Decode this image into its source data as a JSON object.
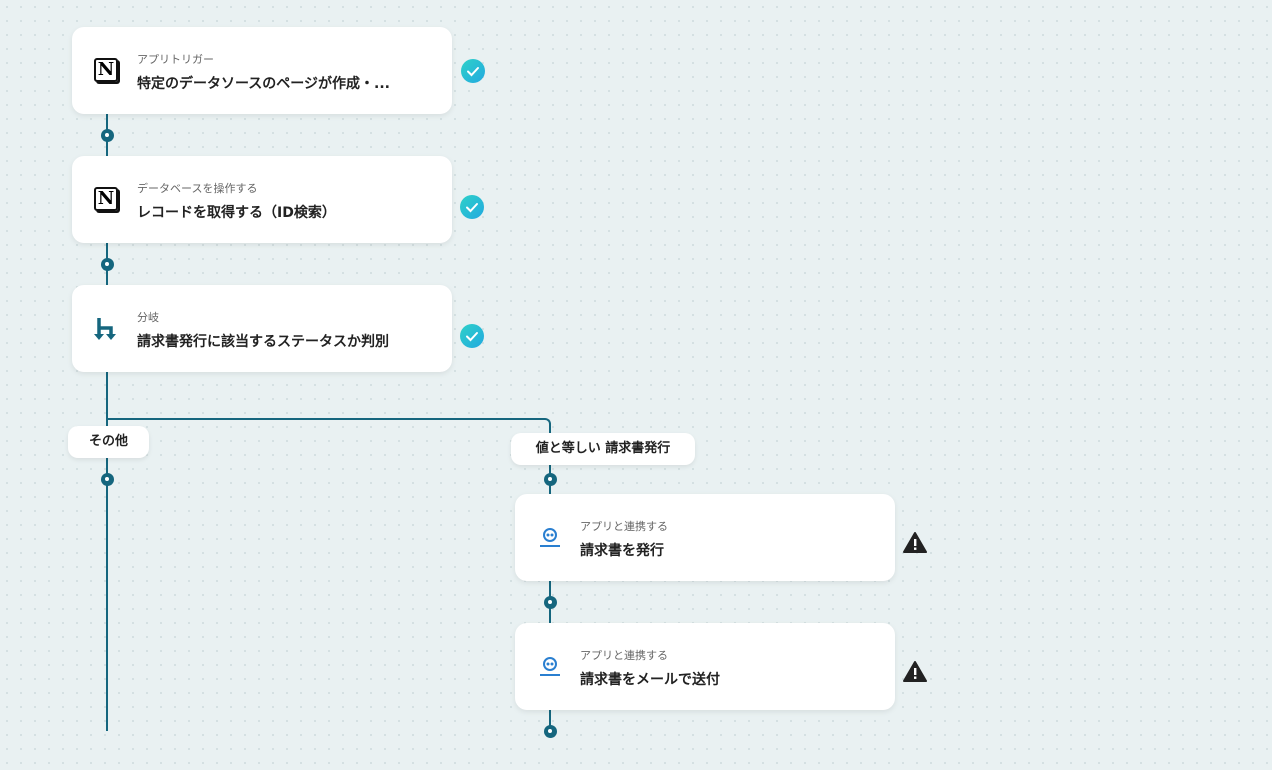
{
  "steps": [
    {
      "sub": "アプリトリガー",
      "title": "特定のデータソースのページが作成・...",
      "icon": "notion-icon",
      "status": "success"
    },
    {
      "sub": "データベースを操作する",
      "title": "レコードを取得する（ID検索）",
      "icon": "notion-icon",
      "status": "success"
    },
    {
      "sub": "分岐",
      "title": "請求書発行に該当するステータスか判別",
      "icon": "branch-icon",
      "status": "success"
    },
    {
      "sub": "アプリと連携する",
      "title": "請求書を発行",
      "icon": "invoice-app-icon",
      "status": "warning"
    },
    {
      "sub": "アプリと連携する",
      "title": "請求書をメールで送付",
      "icon": "invoice-app-icon",
      "status": "warning"
    }
  ],
  "branches": {
    "other": "その他",
    "match": "値と等しい 請求書発行"
  },
  "colors": {
    "line": "#15667e",
    "check": "#22c3d6",
    "warning": "#222222"
  }
}
